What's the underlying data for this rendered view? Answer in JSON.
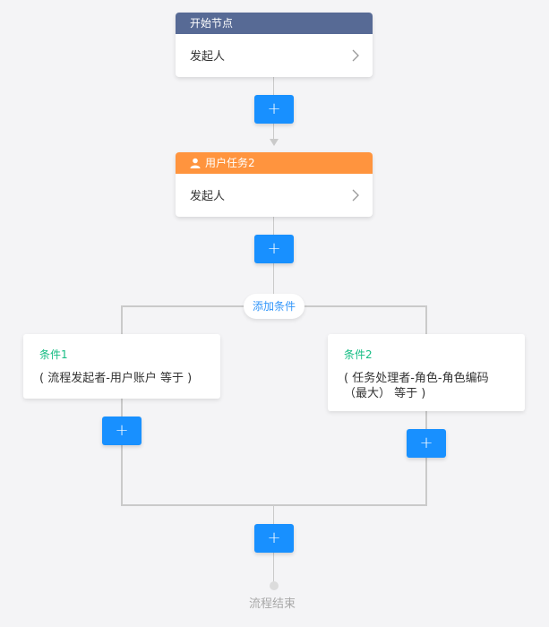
{
  "start_node": {
    "title": "开始节点",
    "body": "发起人",
    "header_color": "#576a95"
  },
  "user_task": {
    "title": "用户任务2",
    "body": "发起人",
    "header_color": "#ff943e",
    "icon": "user-icon"
  },
  "add_button_label": "+",
  "add_condition_label": "添加条件",
  "conditions": [
    {
      "title": "条件1",
      "desc": "( 流程发起者-用户账户 等于 )"
    },
    {
      "title": "条件2",
      "desc": "( 任务处理者-角色-角色编码 （最大） 等于 )"
    }
  ],
  "end_label": "流程结束",
  "colors": {
    "accent": "#1890ff",
    "condition_title": "#15bc83",
    "add_condition_text": "#3296fa",
    "line": "#cacaca"
  }
}
